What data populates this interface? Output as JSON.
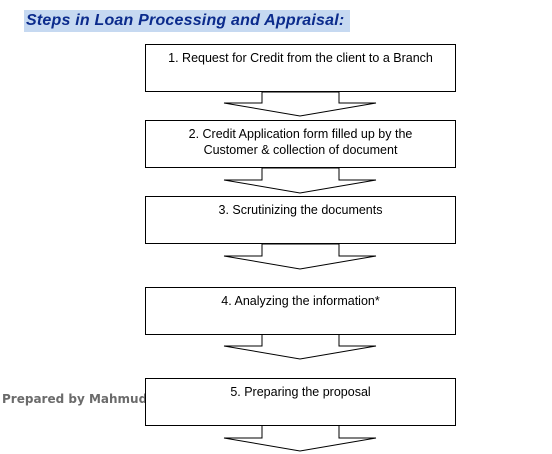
{
  "title": "Steps in Loan  Processing  and Appraisal:",
  "watermark": "Prepared by Mahmudul",
  "steps": [
    {
      "line1": "1. Request for Credit from the client to a Branch",
      "line2": ""
    },
    {
      "line1": "2. Credit Application form filled up by the",
      "line2": "Customer & collection of document"
    },
    {
      "line1": "3. Scrutinizing the documents",
      "line2": ""
    },
    {
      "line1": "4. Analyzing the information*",
      "line2": ""
    },
    {
      "line1": "5. Preparing the proposal",
      "line2": ""
    }
  ]
}
